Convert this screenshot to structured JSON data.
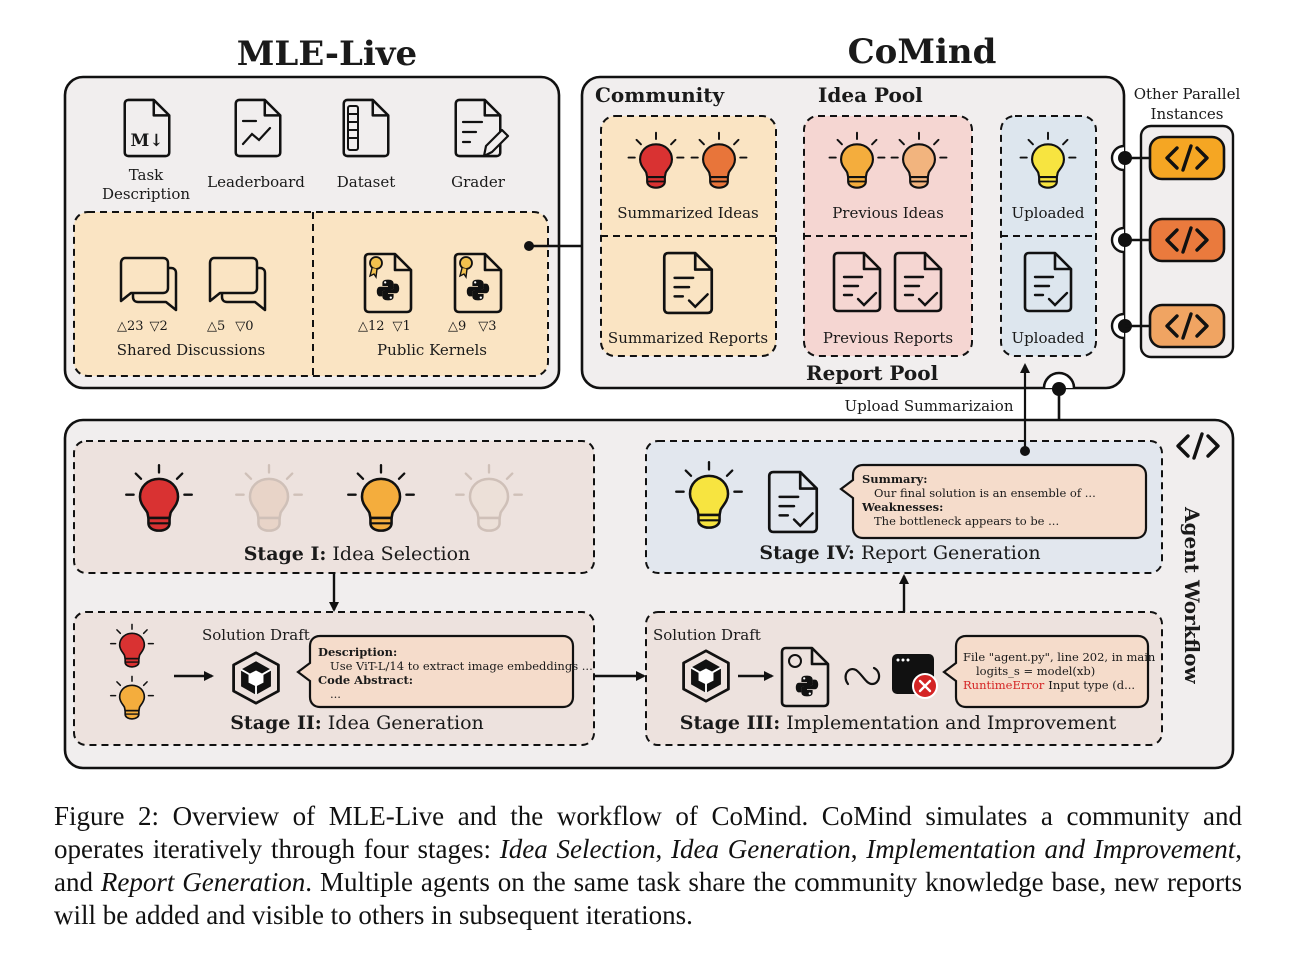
{
  "titles": {
    "left": "MLE-Live",
    "right": "CoMind"
  },
  "mle_live": {
    "resources": [
      {
        "line1": "Task",
        "line2": "Description",
        "icon": "markdown-file-icon"
      },
      {
        "line1": "Leaderboard",
        "icon": "chart-file-icon"
      },
      {
        "line1": "Dataset",
        "icon": "zip-file-icon"
      },
      {
        "line1": "Grader",
        "icon": "edit-file-icon"
      }
    ],
    "shared_discussions": {
      "label": "Shared Discussions",
      "items": [
        {
          "up": "23",
          "down": "2"
        },
        {
          "up": "5",
          "down": "0"
        }
      ]
    },
    "public_kernels": {
      "label": "Public Kernels",
      "items": [
        {
          "up": "12",
          "down": "1"
        },
        {
          "up": "9",
          "down": "3"
        }
      ]
    }
  },
  "comind": {
    "community_label": "Community",
    "idea_pool_label": "Idea Pool",
    "report_pool_label": "Report Pool",
    "summarized_ideas": "Summarized Ideas",
    "summarized_reports": "Summarized Reports",
    "previous_ideas": "Previous Ideas",
    "previous_reports": "Previous Reports",
    "uploaded_ideas": "Uploaded",
    "uploaded_reports": "Uploaded"
  },
  "parallel": {
    "line1": "Other Parallel",
    "line2": "Instances",
    "instance_glyph": "</>"
  },
  "upload_label": "Upload Summarizaion",
  "agent_workflow": {
    "label": "Agent Workflow",
    "glyph": "</>",
    "stage1": {
      "prefix": "Stage I:",
      "name": "Idea Selection"
    },
    "stage2": {
      "prefix": "Stage II:",
      "name": "Idea Generation",
      "draft_label": "Solution Draft",
      "desc_title": "Description:",
      "desc_text": "Use ViT-L/14 to extract image embeddings ...",
      "code_title": "Code Abstract:",
      "code_text": "..."
    },
    "stage3": {
      "prefix": "Stage III:",
      "name": "Implementation and Improvement",
      "draft_label": "Solution Draft",
      "error_line1": "File \"agent.py\", line 202, in main",
      "error_line2": "logits_s = model(xb)",
      "error_name": "RuntimeError",
      "error_rest": "Input type (d..."
    },
    "stage4": {
      "prefix": "Stage IV:",
      "name": "Report Generation",
      "summary_title": "Summary:",
      "summary_text": "Our final solution is an ensemble of ...",
      "weak_title": "Weaknesses:",
      "weak_text": "The bottleneck appears to be ..."
    }
  },
  "colors": {
    "panel": "#f1eeee",
    "community": "#fae4c3",
    "idea_pool": "#f5d6d2",
    "uploaded": "#dde6ee",
    "stage4_bg": "#e2e7ee",
    "stage_bg": "#ede2de",
    "bulb_red": "#d93232",
    "bulb_orange": "#e8753a",
    "bulb_amber": "#f4ad3d",
    "bulb_peach": "#f2b47e",
    "bulb_yellow": "#f7e440",
    "bulb_faded": "#e8d4c8",
    "inst1": "#f5a623",
    "inst2": "#ea7a3d",
    "inst3": "#f0a462",
    "error_red": "#d42424"
  },
  "caption": {
    "p1": "Figure 2: Overview of MLE-Live and the workflow of CoMind. CoMind simulates a community and operates iteratively through four stages: ",
    "i1": "Idea Selection",
    "s1": ", ",
    "i2": "Idea Generation",
    "s2": ", ",
    "i3": "Implementation and Improvement",
    "s3": ", and ",
    "i4": "Report Generation",
    "p2": ". Multiple agents on the same task share the community knowledge base, new reports will be added and visible to others in subsequent iterations."
  }
}
